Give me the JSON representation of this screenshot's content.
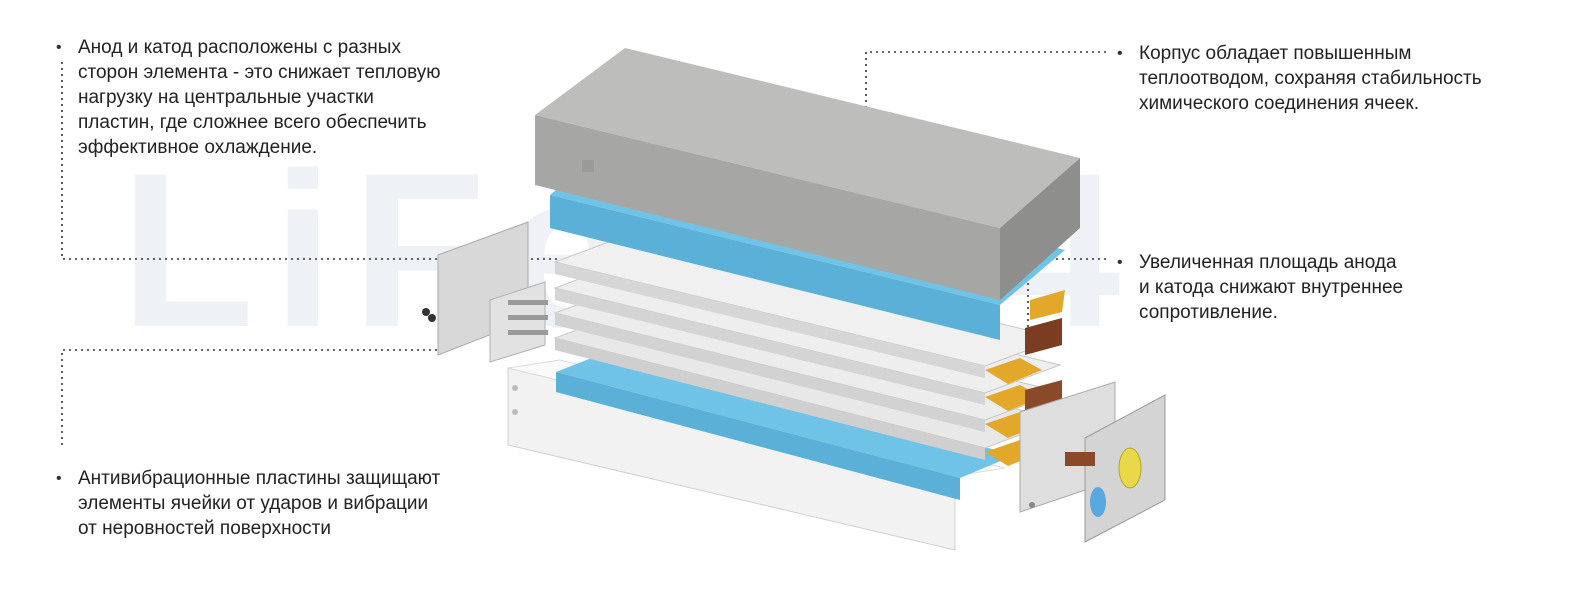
{
  "watermark": "LiFePO4",
  "bullet_char": "•",
  "callouts": [
    {
      "text": "Анод и катод расположены с разных\nсторон элемента - это снижает тепловую\nнагрузку на центральные участки\nпластин, где сложнее всего обеспечить\nэффективное охлаждение."
    },
    {
      "text": "Корпус обладает повышенным\nтеплоотводом, сохраняя стабильность\nхимического соединения ячеек."
    },
    {
      "text": "Увеличенная площадь анода\nи катода снижают внутреннее\nсопротивление."
    },
    {
      "text": "Антивибрационные пластины защищают\nэлементы ячейки от ударов и вибрации\nот неровностей поверхности"
    }
  ],
  "colors": {
    "casing": "#b3b3b1",
    "anti_vibration_pad": "#6fc3e6",
    "cell_plate": "#e6e6e6",
    "terminal_tab": "#e3a82a",
    "copper_tab": "#8a4a2a",
    "leader_line": "#333333",
    "watermark": "#eef2f6"
  }
}
